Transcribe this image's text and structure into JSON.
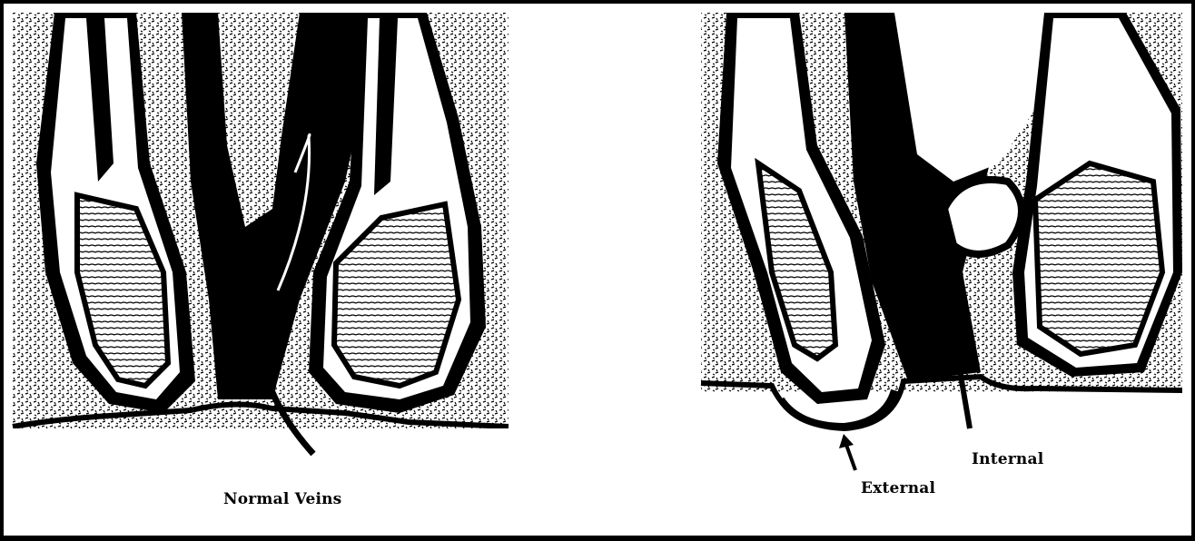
{
  "figure": {
    "panels": [
      {
        "id": "normal",
        "caption": "Normal Veins"
      },
      {
        "id": "hemorrhoids",
        "labels": [
          "Internal",
          "External"
        ]
      }
    ],
    "colors": {
      "ink": "#000000",
      "paper": "#ffffff"
    }
  }
}
